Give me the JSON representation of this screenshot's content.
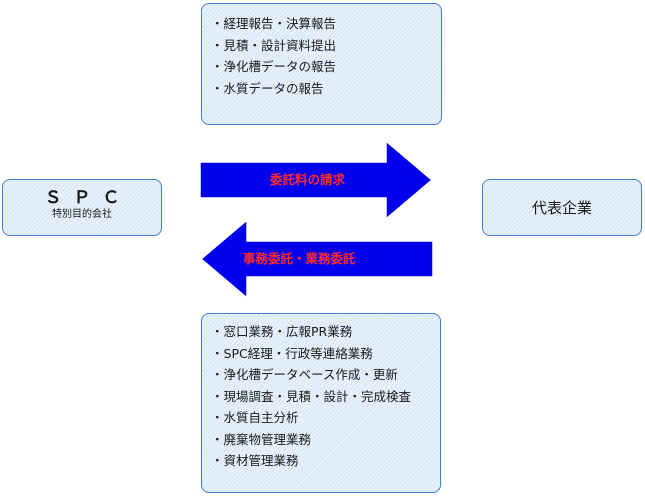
{
  "nodes": {
    "spc": {
      "title": "ＳＰＣ",
      "subtitle": "特別目的会社"
    },
    "representative": {
      "label": "代表企業"
    }
  },
  "edges": {
    "to_representative": {
      "label": "委託料の請求"
    },
    "to_spc": {
      "label": "事務委託・業務委託"
    }
  },
  "lists": {
    "spc_reports": [
      "経理報告・決算報告",
      "見積・設計資料提出",
      "浄化槽データの報告",
      "水質データの報告"
    ],
    "representative_services": [
      "窓口業務・広報PR業務",
      "SPC経理・行政等連絡業務",
      "浄化槽データベース作成・更新",
      "現場調査・見積・設計・完成検査",
      "水質自主分析",
      "廃棄物管理業務",
      "資材管理業務"
    ]
  },
  "colors": {
    "box_fill": "#dbe9f9",
    "box_border": "#3f7fd0",
    "arrow": "#0000ee",
    "arrow_label": "#ff2a2a"
  }
}
